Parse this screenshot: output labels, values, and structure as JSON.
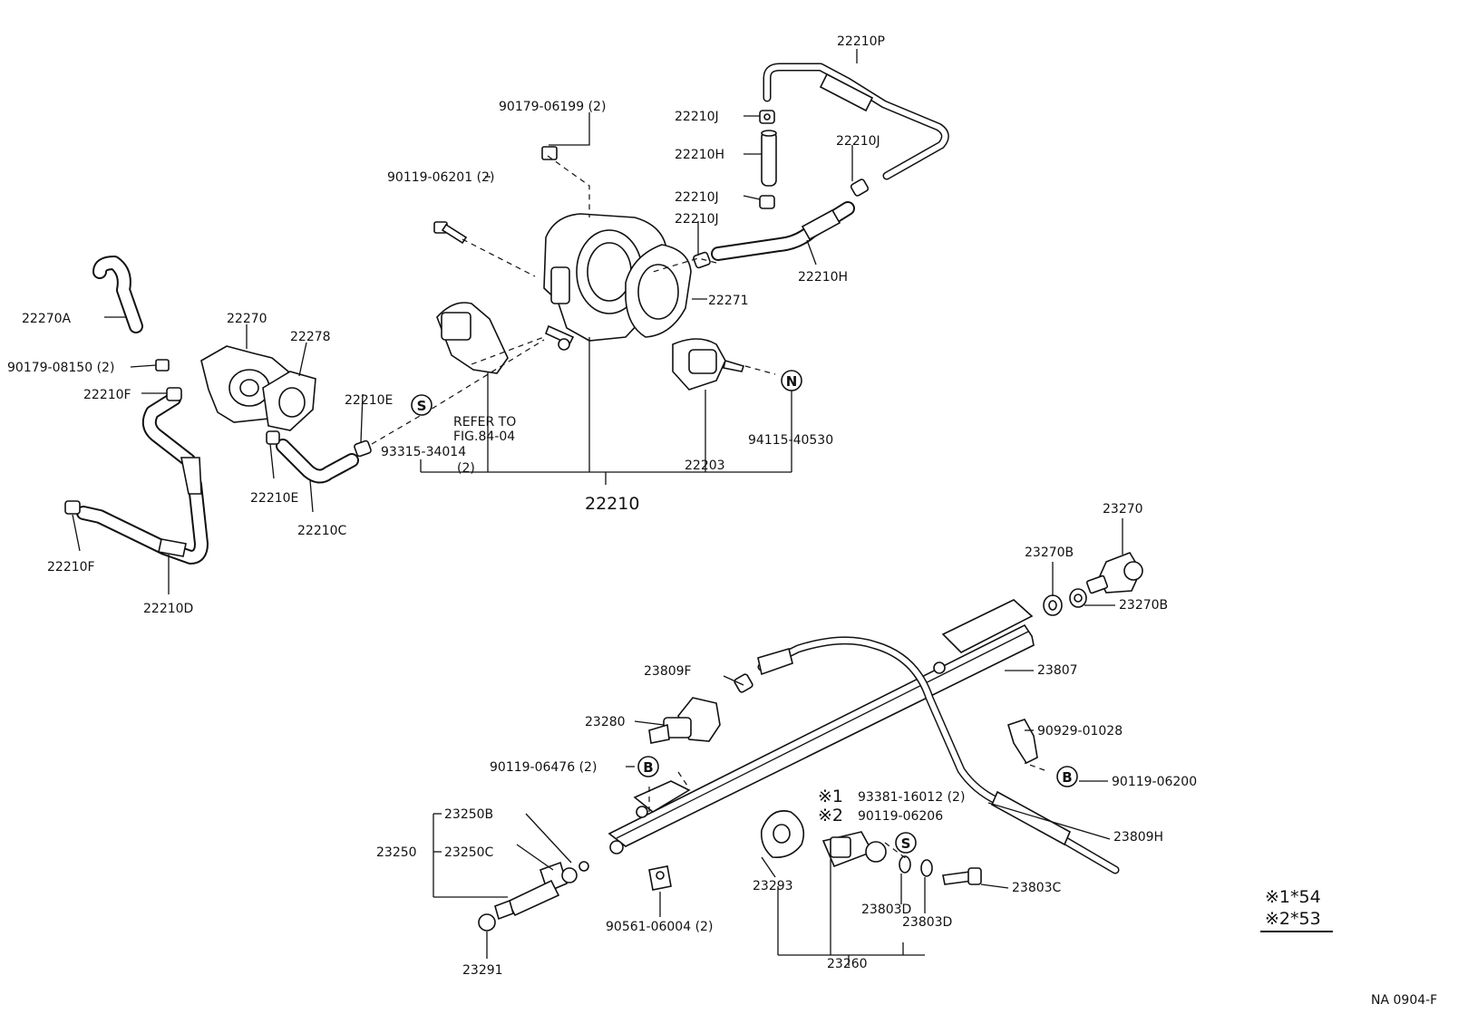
{
  "figure_code": "NA 0904-F",
  "labels": {
    "p22210P": "22210P",
    "p22210J_a": "22210J",
    "p22210H_a": "22210H",
    "p22210J_b": "22210J",
    "p22210J_c": "22210J",
    "p22210J_d": "22210J",
    "p22210H_b": "22210H",
    "p90179_06199": "90179-06199 (2)",
    "p90119_06201": "90119-06201 (2)",
    "p22271": "22271",
    "p22270A": "22270A",
    "p22270": "22270",
    "p22278": "22278",
    "p90179_08150": "90179-08150 (2)",
    "p22210F_a": "22210F",
    "p22210E_a": "22210E",
    "p93315_34014": "93315-34014",
    "p93315_qty": "(2)",
    "refer_to": "REFER TO",
    "refer_fig": "FIG.84-04",
    "p22203": "22203",
    "p94115_40530": "94115-40530",
    "p22210": "22210",
    "p22210E_b": "22210E",
    "p22210C": "22210C",
    "p22210F_b": "22210F",
    "p22210D": "22210D",
    "p23270": "23270",
    "p23270B_a": "23270B",
    "p23270B_b": "23270B",
    "p23807": "23807",
    "p23809F": "23809F",
    "p23280": "23280",
    "p90929_01028": "90929-01028",
    "p90119_06476": "90119-06476 (2)",
    "p90119_06200": "90119-06200",
    "note1_mark": "※1",
    "p93381_16012": "93381-16012 (2)",
    "note2_mark": "※2",
    "p90119_06206": "90119-06206",
    "p23809H": "23809H",
    "p23250B": "23250B",
    "p23250": "23250",
    "p23250C": "23250C",
    "p23293": "23293",
    "p23803C": "23803C",
    "p23803D_a": "23803D",
    "p23803D_b": "23803D",
    "p90561_06004": "90561-06004 (2)",
    "p23291": "23291",
    "p23260": "23260"
  },
  "markers": {
    "S": "S",
    "N": "N",
    "B": "B"
  },
  "legend": {
    "line1": "※1*54",
    "line2": "※2*53"
  }
}
